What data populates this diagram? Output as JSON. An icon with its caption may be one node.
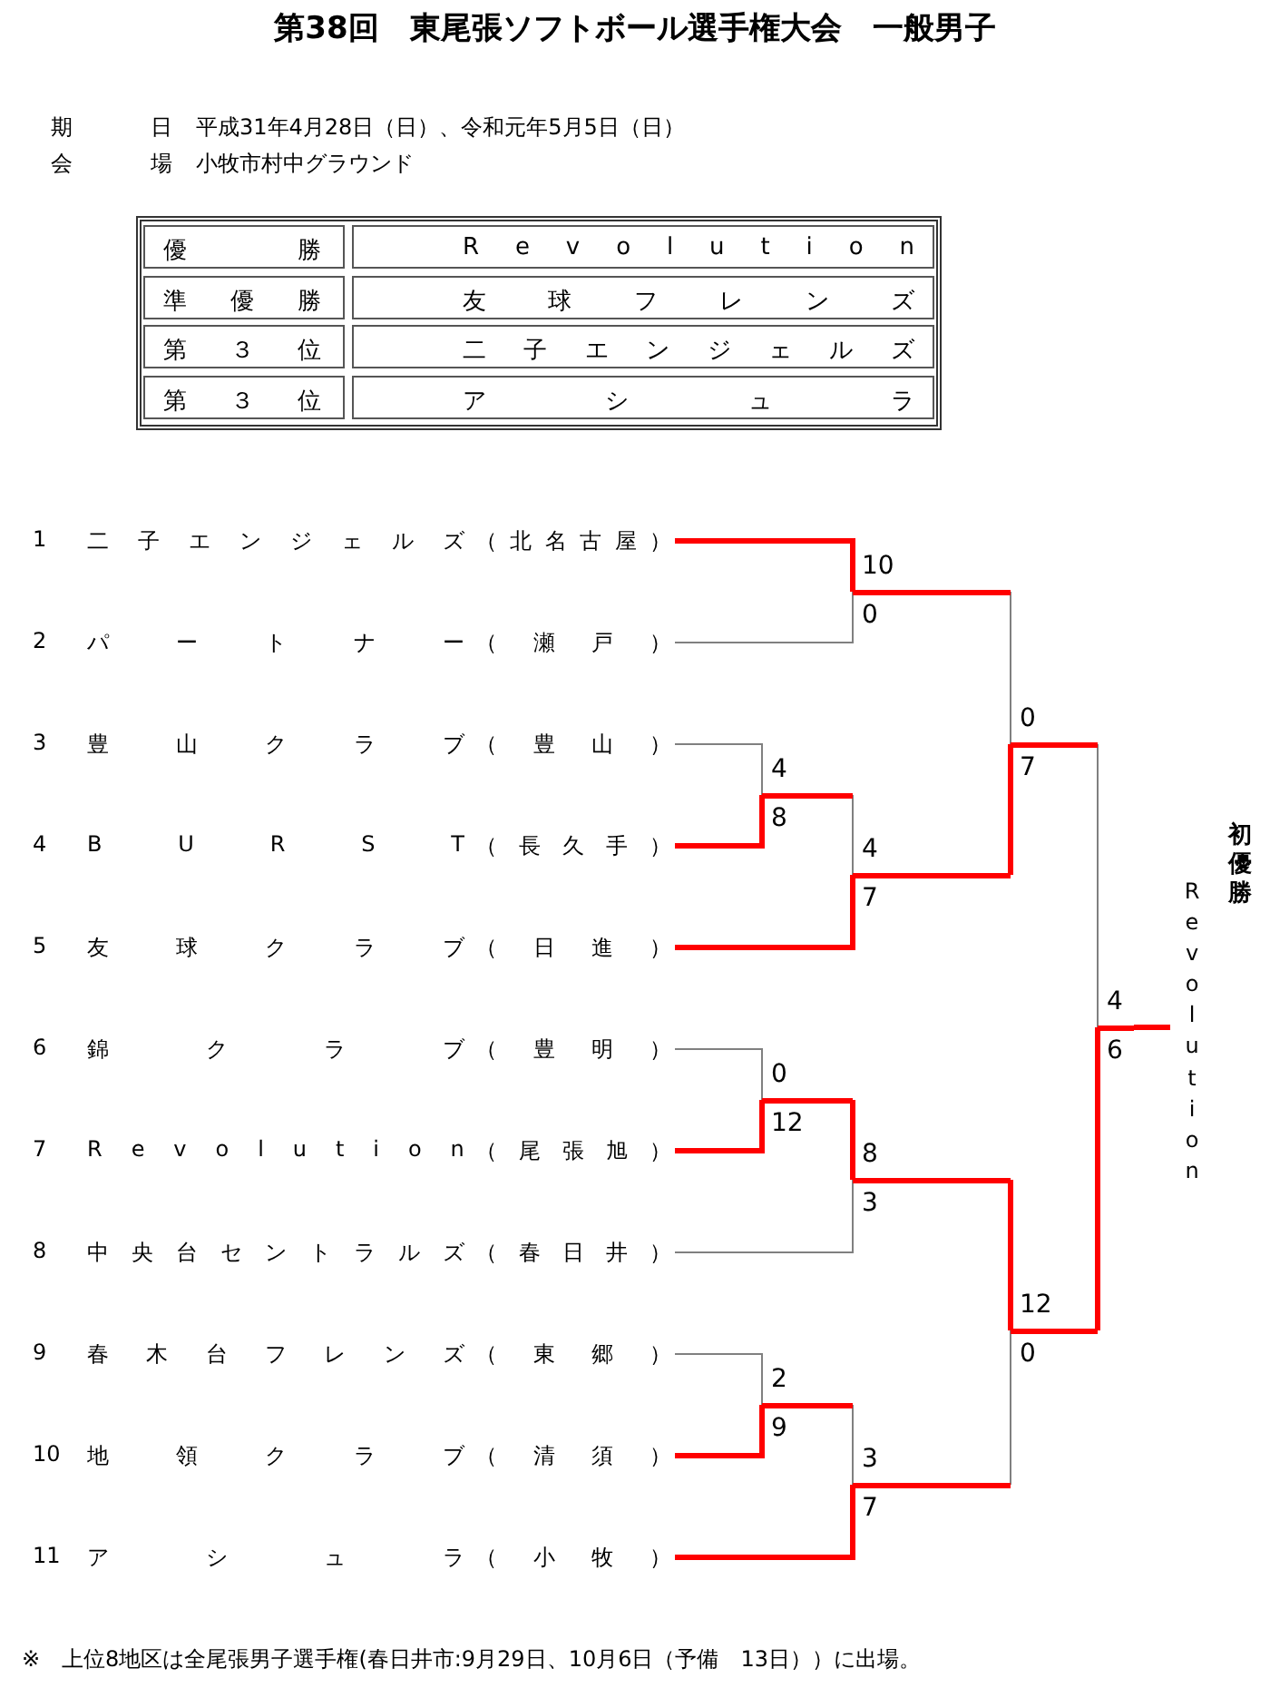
{
  "diagram": {
    "title": "第38回　東尾張ソフトボール選手権大会　一般男子",
    "nodes": [
      {
        "text": [
          "二子エンジェルズ",
          "（北名古屋）"
        ],
        "beside": [
          "1"
        ]
      },
      {
        "text": [
          "パートナー",
          "（瀬戸）"
        ],
        "beside": [
          "2"
        ]
      },
      {
        "text": [
          "豊山クラブ",
          "（豊山）"
        ],
        "beside": [
          "3"
        ]
      },
      {
        "text": [
          "B U R S T",
          "（長久手）"
        ],
        "beside": [
          "4"
        ]
      },
      {
        "text": [
          "友球クラブ",
          "（日進）"
        ],
        "beside": [
          "5"
        ]
      },
      {
        "text": [
          "錦クラブ",
          "（豊明）"
        ],
        "beside": [
          "6"
        ]
      },
      {
        "text": [
          "R e v o l u t i o n",
          "（尾張旭）"
        ],
        "beside": [
          "7"
        ]
      },
      {
        "text": [
          "中央台セントラルズ",
          "（春日井）"
        ],
        "beside": [
          "8"
        ]
      },
      {
        "text": [
          "春木台フレンズ",
          "（東郷）"
        ],
        "beside": [
          "9"
        ]
      },
      {
        "text": [
          "地領クラブ",
          "（清須）"
        ],
        "beside": [
          "10"
        ]
      },
      {
        "text": [
          "アシュラ",
          "（小牧）"
        ],
        "beside": [
          "11"
        ]
      },
      {
        "text": [
          "10",
          "0"
        ]
      },
      {
        "text": [
          "0",
          "7"
        ]
      },
      {
        "text": [
          "4",
          "8"
        ]
      },
      {
        "text": [
          "4",
          "7"
        ]
      },
      {
        "text": [
          "4",
          "6"
        ]
      },
      {
        "text": [
          "0",
          "12"
        ]
      },
      {
        "text": [
          "8",
          "3"
        ]
      },
      {
        "text": [
          "12",
          "0"
        ]
      },
      {
        "text": [
          "2",
          "9"
        ]
      },
      {
        "text": [
          "3",
          "7"
        ]
      },
      {
        "text": [
          "R e v o l u t i o n"
        ],
        "beside": [
          "初優勝"
        ]
      }
    ],
    "edges": [
      {
        "from": 0,
        "to": 11,
        "arrow": "none"
      },
      {
        "from": 1,
        "to": 11,
        "arrow": "none",
        "color": "#808080"
      },
      {
        "from": 11,
        "to": 12,
        "arrow": "none",
        "color": "#808080"
      },
      {
        "from": 2,
        "to": 13,
        "arrow": "none",
        "color": "#808080"
      },
      {
        "from": 3,
        "to": 13,
        "arrow": "none"
      },
      {
        "from": 13,
        "to": 14,
        "arrow": "none",
        "color": "#808080"
      },
      {
        "from": 4,
        "to": 14,
        "arrow": "none"
      },
      {
        "from": 14,
        "to": 12,
        "arrow": "none"
      },
      {
        "from": 12,
        "to": 15,
        "arrow": "none",
        "color": "#808080"
      },
      {
        "from": 5,
        "to": 16,
        "arrow": "none",
        "color": "#808080"
      },
      {
        "from": 6,
        "to": 16,
        "arrow": "none"
      },
      {
        "from": 16,
        "to": 17,
        "arrow": "none"
      },
      {
        "from": 7,
        "to": 17,
        "arrow": "none",
        "color": "#808080"
      },
      {
        "from": 17,
        "to": 18,
        "arrow": "none"
      },
      {
        "from": 8,
        "to": 19,
        "arrow": "none",
        "color": "#808080"
      },
      {
        "from": 9,
        "to": 19,
        "arrow": "none"
      },
      {
        "from": 19,
        "to": 20,
        "arrow": "none",
        "color": "#808080"
      },
      {
        "from": 10,
        "to": 20,
        "arrow": "none"
      },
      {
        "from": 20,
        "to": 18,
        "arrow": "none",
        "color": "#808080"
      },
      {
        "from": 18,
        "to": 15,
        "arrow": "none"
      },
      {
        "from": 15,
        "to": 21,
        "arrow": "none"
      }
    ],
    "labels": [
      "期日",
      "平成31年4月28日（日）、令和元年5月5日（日）",
      "会場",
      "小牧市村中グラウンド",
      "優勝",
      "R e v o l u t i o n",
      "準優勝",
      "友球フレンズ",
      "第３位",
      "二子エンジェルズ",
      "第３位",
      "アシュラ",
      "※　上位8地区は全尾張男子選手権(春日井市:9月29日、10月6日（予備　13日））に出場。"
    ]
  }
}
